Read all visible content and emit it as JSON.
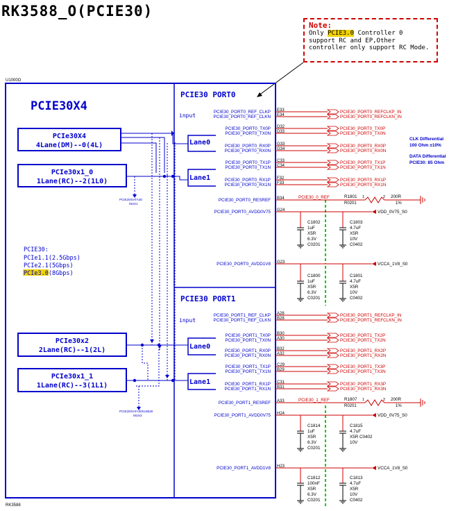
{
  "title": "RK3588_O(PCIE30)",
  "note": {
    "heading": "Note:",
    "pre": "Only ",
    "highlight": "PCIE3.0",
    "post": " Controller 0 support RC and EP,Other controller only support RC Mode."
  },
  "block": {
    "refdes": "U1000O",
    "part": "RK3588",
    "main_label": "PCIE30X4",
    "port0_title": "PCIE30 PORT0",
    "port1_title": "PCIE30 PORT1",
    "input_label": "input",
    "lane0": "Lane0",
    "lane1": "Lane1",
    "ctrl": [
      {
        "line1": "PCIe30X4",
        "line2": "4Lane(DM)--0(4L)"
      },
      {
        "line1": "PCIe30x1_0",
        "line2": "1Lane(RC)--2(1L0)"
      },
      {
        "line1": "PCIe30x2",
        "line2": "2Lane(RC)--1(2L)"
      },
      {
        "line1": "PCIe30x1_1",
        "line2": "1Lane(RC)--3(1L1)"
      }
    ],
    "mux_note_top": [
      "PCIE20/SATA30",
      "MUX1"
    ],
    "mux_note_bot": [
      "PCIE20/SATA30/USB30",
      "MUX2"
    ],
    "speed": {
      "head": "PCIE30:",
      "l1": "PCIe1.1(2.5Gbps)",
      "l2": "PCIe2.1(5Gbps)",
      "l3_hl": "PCIe3.0",
      "l3_rest": "(8Gbps)"
    }
  },
  "pins": [
    {
      "name": "PCIE30_PORT0_REF_CLKP",
      "num": "E33",
      "net": "PCIE30_PORT0_REFCLKP_IN"
    },
    {
      "name": "PCIE30_PORT0_REF_CLKN",
      "num": "E34",
      "net": "PCIE30_PORT0_REFCLKN_IN"
    },
    {
      "name": "PCIE30_PORT0_TX0P",
      "num": "D32",
      "net": "PCIE30_PORT0_TX0P"
    },
    {
      "name": "PCIE30_PORT0_TX0N",
      "num": "D33",
      "net": "PCIE30_PORT0_TX0N"
    },
    {
      "name": "PCIE30_PORT0_RX0P",
      "num": "G33",
      "net": "PCIE30_PORT0_RX0P"
    },
    {
      "name": "PCIE30_PORT0_RX0N",
      "num": "G34",
      "net": "PCIE30_PORT0_RX0N"
    },
    {
      "name": "PCIE30_PORT0_TX1P",
      "num": "C33",
      "net": "PCIE30_PORT0_TX1P"
    },
    {
      "name": "PCIE30_PORT0_TX1N",
      "num": "C34",
      "net": "PCIE30_PORT0_TX1N"
    },
    {
      "name": "PCIE30_PORT0_RX1P",
      "num": "F32",
      "net": "PCIE30_PORT0_RX1P"
    },
    {
      "name": "PCIE30_PORT0_RX1N",
      "num": "F33",
      "net": "PCIE30_PORT0_RX1N"
    },
    {
      "name": "PCIE30_PORT1_REF_CLKP",
      "num": "A28",
      "net": "PCIE30_PORT1_REFCLKP_IN"
    },
    {
      "name": "PCIE30_PORT1_REF_CLKN",
      "num": "B28",
      "net": "PCIE30_PORT1_REFCLKN_IN"
    },
    {
      "name": "PCIE30_PORT1_TX0P",
      "num": "B30",
      "net": "PCIE30_PORT1_TX2P"
    },
    {
      "name": "PCIE30_PORT1_TX0N",
      "num": "A30",
      "net": "PCIE30_PORT1_TX2N"
    },
    {
      "name": "PCIE30_PORT1_RX0P",
      "num": "B32",
      "net": "PCIE30_PORT1_RX2P"
    },
    {
      "name": "PCIE30_PORT1_RX0N",
      "num": "A32",
      "net": "PCIE30_PORT1_RX2N"
    },
    {
      "name": "PCIE30_PORT1_TX1P",
      "num": "C29",
      "net": "PCIE30_PORT1_TX3P"
    },
    {
      "name": "PCIE30_PORT1_TX1N",
      "num": "B29",
      "net": "PCIE30_PORT1_TX3N"
    },
    {
      "name": "PCIE30_PORT1_RX1P",
      "num": "C31",
      "net": "PCIE30_PORT1_RX3P"
    },
    {
      "name": "PCIE30_PORT1_RX1N",
      "num": "B31",
      "net": "PCIE30_PORT1_RX3N"
    }
  ],
  "power": [
    {
      "name": "PCIE30_PORT0_RESREF",
      "num": "B34",
      "net": "PCIE30_0_REF"
    },
    {
      "name": "PCIE30_PORT0_AVDD0V75",
      "num": "G24",
      "net": "VDD_0V75_S0"
    },
    {
      "name": "PCIE30_PORT0_AVDD1V8",
      "num": "G23",
      "net": "VCCA_1V8_S0"
    },
    {
      "name": "PCIE30_PORT1_RESREF",
      "num": "A33",
      "net": "PCIE30_1_REF"
    },
    {
      "name": "PCIE30_PORT1_AVDD0V75",
      "num": "H24",
      "net": "VDD_0V75_S0"
    },
    {
      "name": "PCIE30_PORT1_AVDD1V8",
      "num": "H23",
      "net": "VCCA_1V8_S0"
    }
  ],
  "resistors": [
    {
      "ref": "R1801",
      "pkg": "R0201",
      "val": "200R",
      "tol": "1%",
      "pin1": "1",
      "pin2": "2"
    },
    {
      "ref": "R1807",
      "pkg": "R0201",
      "val": "200R",
      "tol": "1%",
      "pin1": "1",
      "pin2": "2"
    }
  ],
  "caps": [
    {
      "ref": "C1802",
      "val": "1uF",
      "diel": "X5R",
      "volt": "6.3V",
      "pkg": "C0201"
    },
    {
      "ref": "C1803",
      "val": "4.7uF",
      "diel": "X5R",
      "volt": "10V",
      "pkg": "C0402"
    },
    {
      "ref": "C1800",
      "val": "1uF",
      "diel": "X5R",
      "volt": "6.3V",
      "pkg": "C0201"
    },
    {
      "ref": "C1801",
      "val": "4.7uF",
      "diel": "X5R",
      "volt": "10V",
      "pkg": "C0402"
    },
    {
      "ref": "C1814",
      "val": "1uF",
      "diel": "X5R",
      "volt": "6.3V",
      "pkg": "C0201"
    },
    {
      "ref": "C1815",
      "val": "4.7uF",
      "diel": "X5R C0402",
      "volt": "10V",
      "pkg": ""
    },
    {
      "ref": "C1812",
      "val": "100nF",
      "diel": "X5R",
      "volt": "6.3V",
      "pkg": "C0201"
    },
    {
      "ref": "C1813",
      "val": "4.7uF",
      "diel": "X5R",
      "volt": "10V",
      "pkg": "C0402"
    }
  ],
  "side_notes": {
    "clk1": "CLK Differential",
    "clk2": "100 Ohm ±10%",
    "data1": "DATA Differential",
    "data2": "PCIE30:  85 Ohm"
  }
}
